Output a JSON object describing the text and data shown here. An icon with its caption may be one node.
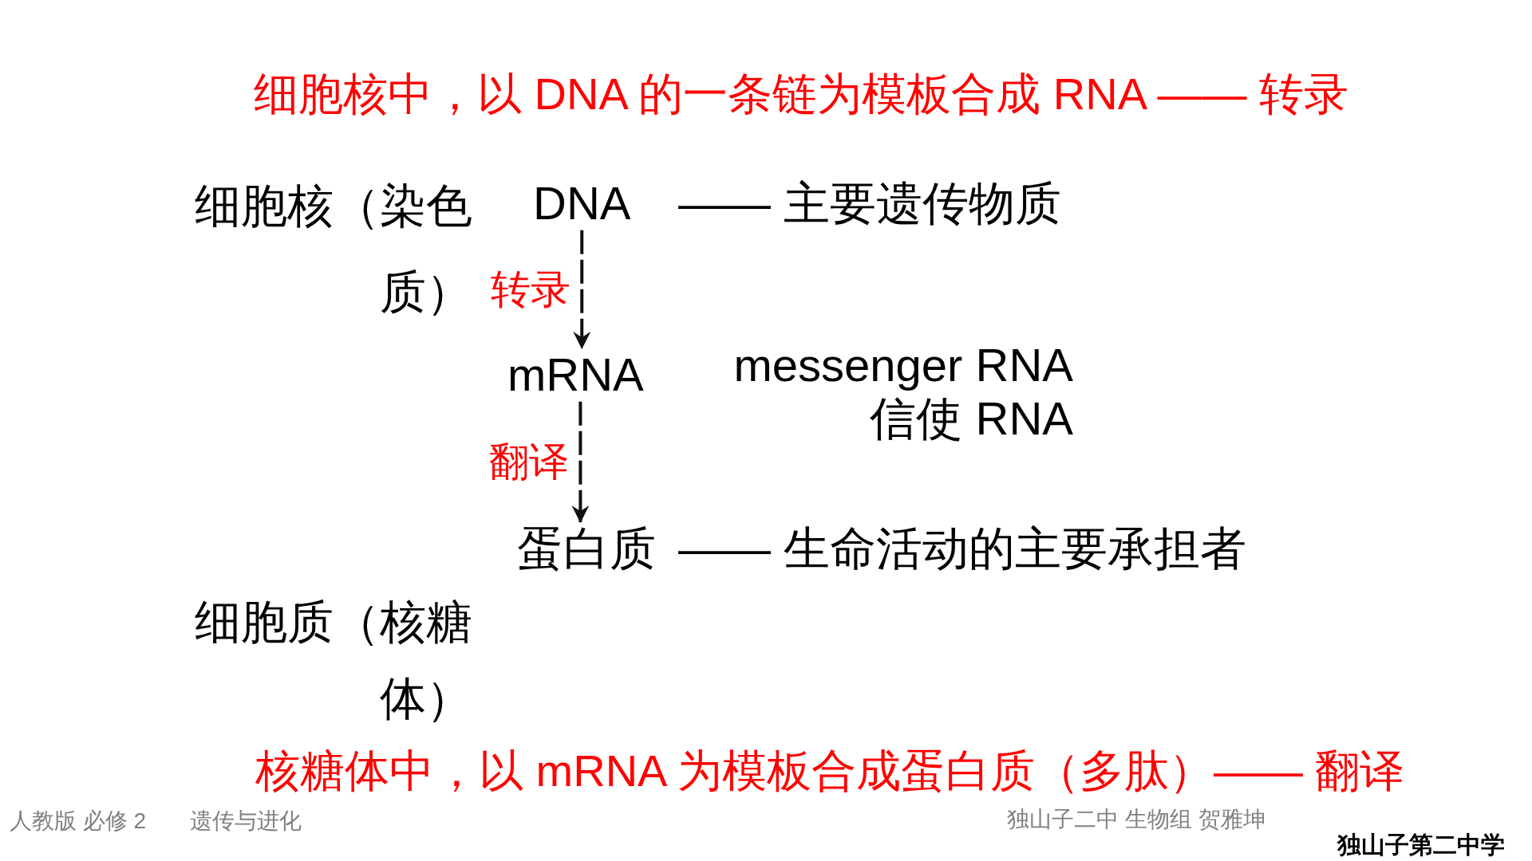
{
  "diagram": {
    "nodes": [
      {
        "text": [
          "DNA"
        ],
        "beside": [
          "—— 主要遗传物质"
        ]
      },
      {
        "text": [
          "mRNA"
        ],
        "beside": [
          "messenger RNA",
          "信使 RNA"
        ]
      },
      {
        "text": [
          "蛋白质"
        ],
        "beside": [
          "—— 生命活动的主要承担者"
        ]
      }
    ],
    "edges": [
      {
        "from": 0,
        "to": 1,
        "arrow": "to",
        "label": "转录",
        "style": "dashed"
      },
      {
        "from": 1,
        "to": 2,
        "arrow": "to",
        "label": "翻译",
        "style": "dashed"
      }
    ],
    "labels": [
      "细胞核中，以 DNA 的一条链为模板合成 RNA —— 转录",
      "细胞核（染色质）",
      "细胞质（核糖体）",
      "核糖体中，以 mRNA 为模板合成蛋白质（多肽）—— 翻译",
      "人教版 必修 2",
      "遗传与进化",
      "独山子二中 生物组 贺雅坤",
      "独山子第二中学"
    ]
  }
}
